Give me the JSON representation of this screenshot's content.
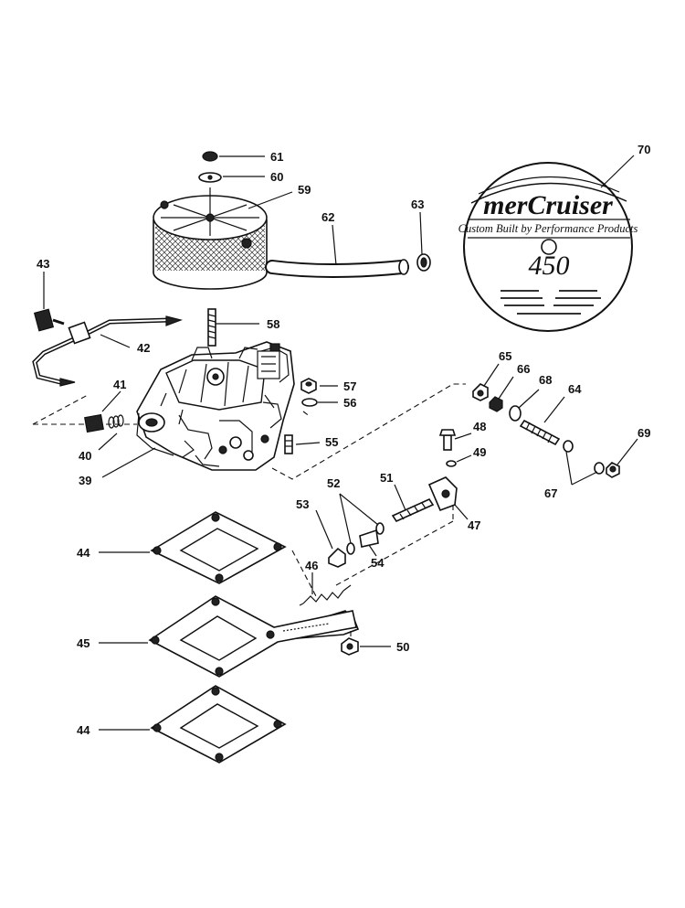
{
  "callouts": {
    "c39": "39",
    "c40": "40",
    "c41": "41",
    "c42": "42",
    "c43": "43",
    "c44a": "44",
    "c44b": "44",
    "c45": "45",
    "c46": "46",
    "c47": "47",
    "c48": "48",
    "c49": "49",
    "c50": "50",
    "c51": "51",
    "c52": "52",
    "c53": "53",
    "c54": "54",
    "c55": "55",
    "c56": "56",
    "c57": "57",
    "c58": "58",
    "c59": "59",
    "c60": "60",
    "c61": "61",
    "c62": "62",
    "c63": "63",
    "c64": "64",
    "c65": "65",
    "c66": "66",
    "c67": "67",
    "c68": "68",
    "c69": "69",
    "c70": "70"
  },
  "decal": {
    "brand": "merCruiser",
    "tagline": "Custom Built by Performance Products",
    "model": "450"
  }
}
